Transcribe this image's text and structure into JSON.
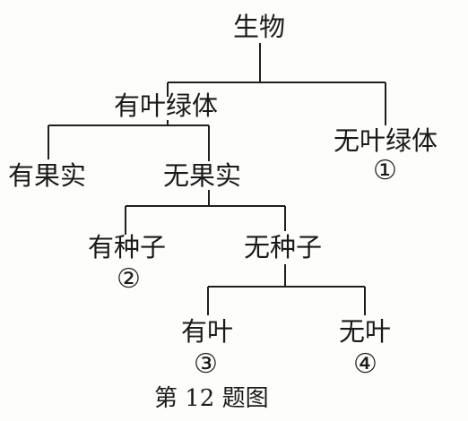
{
  "diagram": {
    "root": "生物",
    "branch_left": "有叶绿体",
    "branch_right": "无叶绿体",
    "has_fruit": "有果实",
    "no_fruit": "无果实",
    "has_seed": "有种子",
    "no_seed": "无种子",
    "has_leaf": "有叶",
    "no_leaf": "无叶",
    "marker_1": "①",
    "marker_2": "②",
    "marker_3": "③",
    "marker_4": "④"
  },
  "caption": "第 12 题图"
}
